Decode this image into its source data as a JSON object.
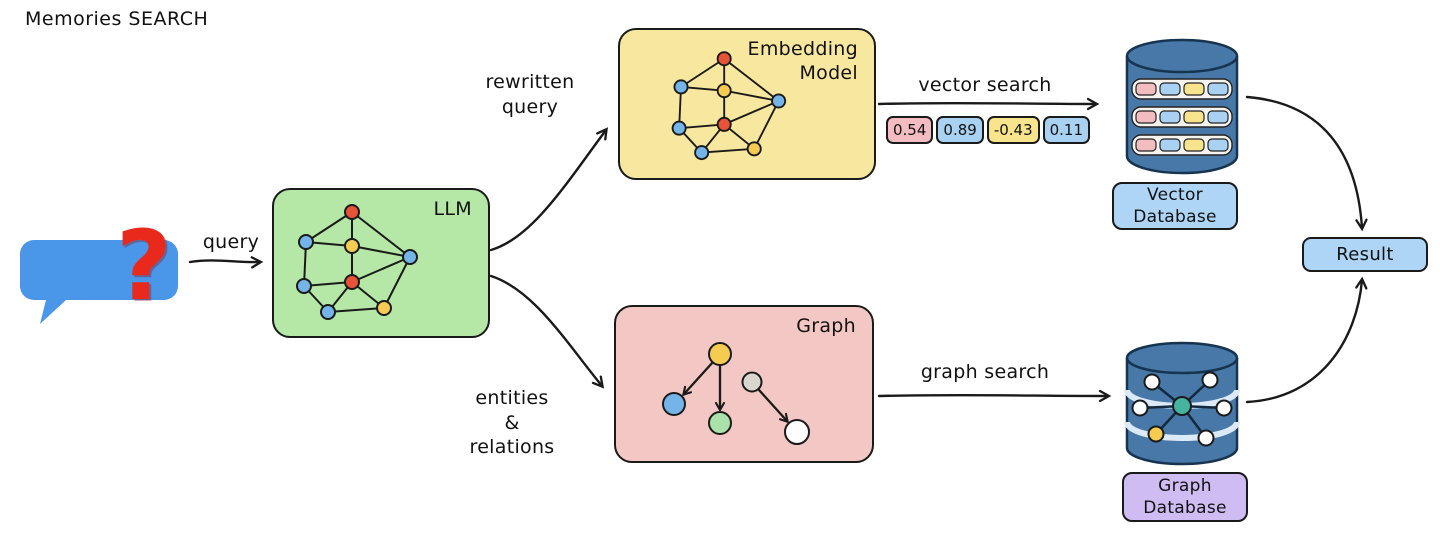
{
  "title": "Memories SEARCH",
  "bubble": {
    "question_mark": "?"
  },
  "flow_labels": {
    "query": "query",
    "rewritten_query": "rewritten\nquery",
    "entities_relations": "entities\n&\nrelations",
    "vector_search": "vector search",
    "graph_search": "graph search"
  },
  "nodes": {
    "llm": {
      "label": "LLM"
    },
    "embedding_model": {
      "label": "Embedding\nModel"
    },
    "graph": {
      "label": "Graph"
    },
    "vector_database": {
      "label": "Vector\nDatabase"
    },
    "graph_database": {
      "label": "Graph\nDatabase"
    },
    "result": {
      "label": "Result"
    }
  },
  "vector_values": [
    "0.54",
    "0.89",
    "-0.43",
    "0.11"
  ],
  "colors": {
    "ink": "#1a1a1a",
    "bubble_blue": "#4a96e8",
    "question_red": "#e8291c",
    "llm_bg": "#b5e7a6",
    "embedding_bg": "#f8e79e",
    "graph_bg": "#f3c7c3",
    "vector_db_label_bg": "#aed5f5",
    "graph_db_label_bg": "#cfbcf2",
    "result_bg": "#aed5f5",
    "db_blue": "#4878a8",
    "db_stroke": "#16344f",
    "band_bg": "#f6f4ef",
    "chip_pink": "#f3bcc0",
    "chip_blue": "#a9d2f2",
    "chip_yellow": "#f7e48c",
    "node_blue": "#74b4e8",
    "node_red": "#e65338",
    "node_yellow": "#f5cb52",
    "node_green": "#abe2ab",
    "node_grey": "#d9d5cf",
    "node_white": "#ffffff",
    "node_teal": "#45b39d"
  }
}
